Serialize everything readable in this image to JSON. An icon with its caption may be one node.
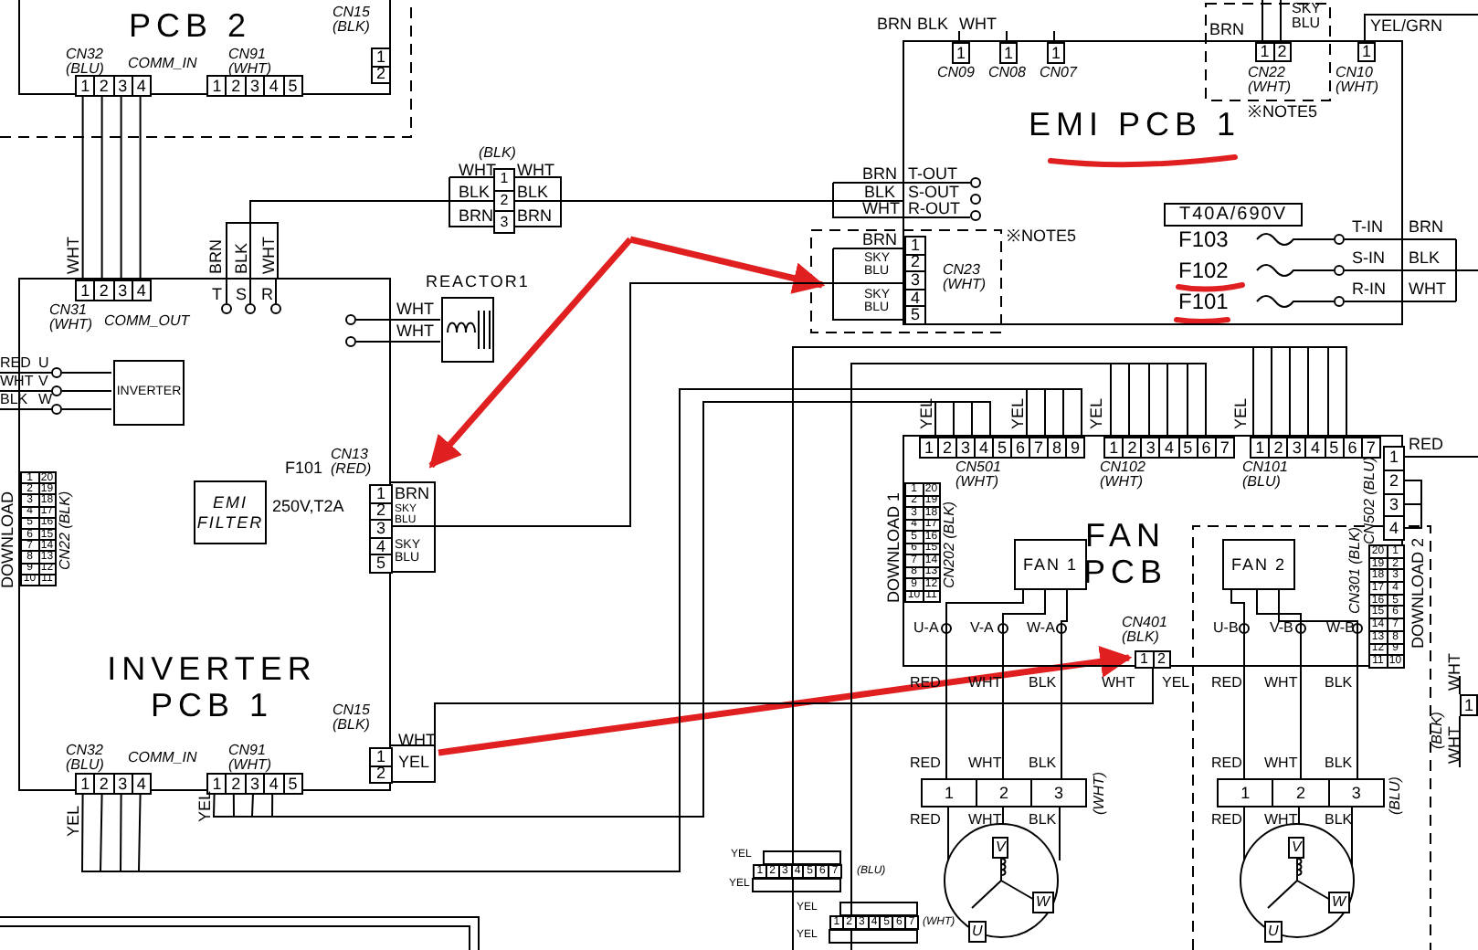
{
  "diagram": {
    "nodes": [
      {
        "text": [
          "PCB 2"
        ]
      },
      {
        "text": [
          "1",
          "2",
          "3",
          "4"
        ],
        "in": 0,
        "beside": [
          "CN32 (BLU)",
          "COMM_IN"
        ]
      },
      {
        "text": [
          "1",
          "2",
          "3",
          "4",
          "5"
        ],
        "in": 0,
        "beside": [
          "CN91 (WHT)"
        ]
      },
      {
        "text": [
          "1",
          "2"
        ],
        "in": 0,
        "beside": [
          "CN15 (BLK)"
        ]
      },
      {
        "text": [
          "INVERTER PCB 1"
        ]
      },
      {
        "text": [
          "1",
          "2",
          "3",
          "4"
        ],
        "in": 4,
        "beside": [
          "CN31 (WHT)",
          "COMM_OUT"
        ]
      },
      {
        "text": [
          "INVERTER"
        ],
        "in": 4
      },
      {
        "text": [
          "EMI FILTER"
        ],
        "in": 4
      },
      {
        "text": [
          "1",
          "2",
          "3",
          "4",
          "5"
        ],
        "in": 4,
        "beside": [
          "CN13 (RED)"
        ]
      },
      {
        "text": [
          "1",
          "20",
          "2",
          "19",
          "3",
          "18",
          "4",
          "17",
          "5",
          "16",
          "6",
          "15",
          "7",
          "14",
          "8",
          "13",
          "9",
          "12",
          "10",
          "11"
        ],
        "in": 4,
        "beside": [
          "CN22 (BLK)"
        ]
      },
      {
        "text": [
          "1",
          "2",
          "3",
          "4"
        ],
        "in": 4,
        "beside": [
          "CN32 (BLU)",
          "COMM_IN"
        ]
      },
      {
        "text": [
          "1",
          "2",
          "3",
          "4",
          "5"
        ],
        "in": 4,
        "beside": [
          "CN91 (WHT)"
        ]
      },
      {
        "text": [
          "1",
          "2"
        ],
        "in": 4,
        "beside": [
          "CN15 (BLK)"
        ]
      },
      {
        "text": [
          "REACTOR1"
        ]
      },
      {
        "text": [
          "1",
          "2",
          "3"
        ],
        "beside": [
          "(BLK)"
        ]
      },
      {
        "text": [
          "EMI PCB 1"
        ]
      },
      {
        "text": [
          "1"
        ],
        "in": 15,
        "beside": [
          "CN09"
        ]
      },
      {
        "text": [
          "1"
        ],
        "in": 15,
        "beside": [
          "CN08"
        ]
      },
      {
        "text": [
          "1"
        ],
        "in": 15,
        "beside": [
          "CN07"
        ]
      },
      {
        "text": [
          "1",
          "2"
        ],
        "in": 15,
        "beside": [
          "CN22 (WHT)"
        ]
      },
      {
        "text": [
          "1"
        ],
        "in": 15,
        "beside": [
          "CN10 (WHT)"
        ]
      },
      {
        "text": [
          "1",
          "2",
          "3",
          "4",
          "5"
        ],
        "in": 15,
        "beside": [
          "CN23 (WHT)"
        ]
      },
      {
        "text": [
          "T40A/690V"
        ],
        "in": 15
      },
      {
        "text": [
          "FAN PCB"
        ]
      },
      {
        "text": [
          "1",
          "2",
          "3",
          "4",
          "5",
          "6",
          "7",
          "8",
          "9"
        ],
        "in": 23,
        "beside": [
          "CN501 (WHT)"
        ]
      },
      {
        "text": [
          "1",
          "2",
          "3",
          "4",
          "5",
          "6",
          "7"
        ],
        "in": 23,
        "beside": [
          "CN102 (WHT)"
        ]
      },
      {
        "text": [
          "1",
          "2",
          "3",
          "4",
          "5",
          "6",
          "7"
        ],
        "in": 23,
        "beside": [
          "CN101 (BLU)"
        ]
      },
      {
        "text": [
          "1",
          "2",
          "3",
          "4"
        ],
        "in": 23,
        "beside": [
          "CN502 (BLU)"
        ]
      },
      {
        "text": [
          "1",
          "20",
          "2",
          "19",
          "3",
          "18",
          "4",
          "17",
          "5",
          "16",
          "6",
          "15",
          "7",
          "14",
          "8",
          "13",
          "9",
          "12",
          "10",
          "11"
        ],
        "in": 23,
        "beside": [
          "CN202 (BLK)"
        ]
      },
      {
        "text": [
          "FAN 1"
        ],
        "in": 23
      },
      {
        "text": [
          "FAN 2"
        ],
        "in": 23
      },
      {
        "text": [
          "20",
          "1",
          "19",
          "2",
          "18",
          "3",
          "17",
          "4",
          "16",
          "5",
          "15",
          "6",
          "14",
          "7",
          "13",
          "8",
          "12",
          "9",
          "11",
          "10"
        ],
        "in": 23,
        "beside": [
          "CN301 (BLK)"
        ]
      },
      {
        "text": [
          "1",
          "2"
        ],
        "in": 23,
        "beside": [
          "CN401 (BLK)"
        ]
      },
      {
        "text": [
          "1",
          "2",
          "3"
        ],
        "beside": [
          "(WHT)"
        ]
      },
      {
        "text": [
          "1",
          "2",
          "3"
        ],
        "beside": [
          "(BLU)"
        ]
      },
      {
        "text": [
          "V",
          "W",
          "U"
        ]
      },
      {
        "text": [
          "V",
          "W",
          "U"
        ]
      },
      {
        "text": [
          "1",
          "2",
          "3",
          "4",
          "5",
          "6",
          "7"
        ],
        "beside": [
          "(BLU)"
        ]
      },
      {
        "text": [
          "1",
          "2",
          "3",
          "4",
          "5",
          "6",
          "7"
        ],
        "beside": [
          "(WHT)"
        ]
      },
      {
        "text": [
          "1"
        ],
        "beside": [
          "(BLK)"
        ]
      }
    ],
    "edges": [
      {
        "from": 1,
        "to": 5,
        "arrow": "none"
      },
      {
        "from": null,
        "to": 21,
        "arrow": "to",
        "style": "thick",
        "color": "#e02020"
      },
      {
        "from": null,
        "to": 8,
        "arrow": "to",
        "style": "thick",
        "color": "#e02020"
      },
      {
        "from": 12,
        "to": 32,
        "arrow": "to",
        "style": "thick",
        "color": "#e02020"
      },
      {
        "from": 8,
        "to": 21,
        "arrow": "none"
      },
      {
        "from": 12,
        "to": 32,
        "arrow": "none"
      },
      {
        "from": 14,
        "to": 4,
        "arrow": "none"
      },
      {
        "from": 14,
        "to": 15,
        "arrow": "none"
      },
      {
        "from": 33,
        "to": 35,
        "arrow": "none"
      },
      {
        "from": 34,
        "to": 36,
        "arrow": "none"
      },
      {
        "from": 29,
        "to": 33,
        "arrow": "none"
      },
      {
        "from": 30,
        "to": 34,
        "arrow": "none"
      },
      {
        "from": 10,
        "to": 24,
        "arrow": "none"
      },
      {
        "from": 11,
        "to": 24,
        "arrow": "none"
      },
      {
        "from": 37,
        "to": 26,
        "arrow": "none"
      },
      {
        "from": 38,
        "to": 25,
        "arrow": "none"
      },
      {
        "from": 33,
        "to": 35,
        "arrow": "none"
      },
      {
        "from": 33,
        "to": 35,
        "arrow": "none"
      },
      {
        "from": 34,
        "to": 36,
        "arrow": "none"
      },
      {
        "from": 34,
        "to": 36,
        "arrow": "none"
      }
    ],
    "labels": [
      "BRN",
      "BLK",
      "WHT",
      "BRN",
      "SKY BLU",
      "YEL/GRN",
      "※NOTE5",
      "WHT",
      "WHT",
      "BLK",
      "BLK",
      "BRN",
      "BRN",
      "BRN",
      "T-OUT",
      "BLK",
      "S-OUT",
      "WHT",
      "R-OUT",
      "BRN",
      "SKY BLU",
      "SKY BLU",
      "※NOTE5",
      "WHT",
      "BRN",
      "BLK",
      "WHT",
      "T",
      "S",
      "R",
      "WHT",
      "WHT",
      "F103",
      "T-IN",
      "BRN",
      "F102",
      "S-IN",
      "BLK",
      "F101",
      "R-IN",
      "WHT",
      "RED",
      "U",
      "WHT",
      "V",
      "BLK",
      "W",
      "DOWNLOAD",
      "F101",
      "250V,T2A",
      "BRN",
      "SKY BLU",
      "SKY BLU",
      "RED",
      "YEL",
      "YEL",
      "YEL",
      "YEL",
      "DOWNLOAD 1",
      "DOWNLOAD 2",
      "U-A",
      "V-A",
      "W-A",
      "U-B",
      "V-B",
      "W-B",
      "RED",
      "WHT",
      "BLK",
      "WHT",
      "YEL",
      "RED",
      "WHT",
      "BLK",
      "WHT",
      "YEL",
      "RED",
      "WHT",
      "BLK",
      "RED",
      "WHT",
      "BLK",
      "RED",
      "WHT",
      "BLK",
      "RED",
      "WHT",
      "BLK",
      "YEL",
      "YEL",
      "YEL",
      "YEL",
      "YEL",
      "YEL",
      "WHT",
      "WHT"
    ]
  }
}
